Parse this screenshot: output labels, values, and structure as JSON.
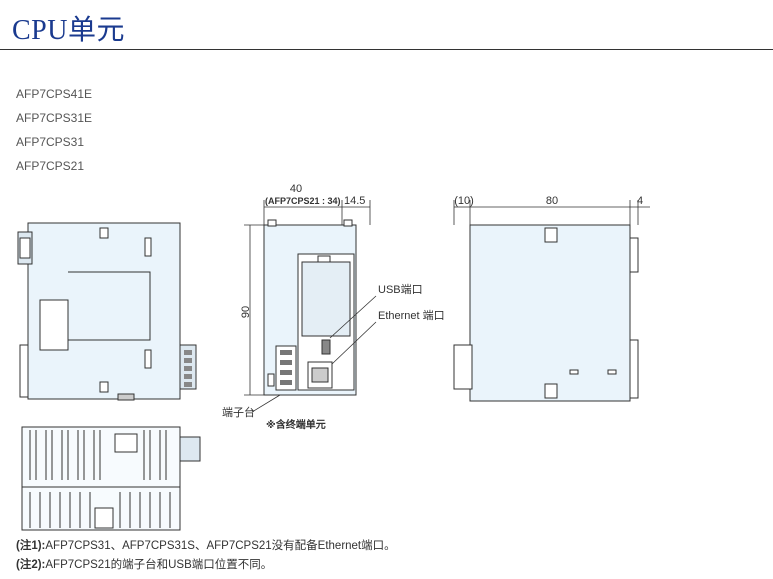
{
  "title": "CPU单元",
  "models": [
    "AFP7CPS41E",
    "AFP7CPS31E",
    "AFP7CPS31",
    "AFP7CPS21"
  ],
  "dimensions": {
    "front_width": "40",
    "front_sub": "(AFP7CPS21 : 34)",
    "front_depth_extra": "14.5",
    "height": "90",
    "side_left": "(10)",
    "side_width": "80",
    "side_right": "4"
  },
  "callouts": {
    "usb": "USB端口",
    "ethernet": "Ethernet 端口",
    "terminal": "端子台",
    "note_terminal": "※含终端单元"
  },
  "notes": [
    {
      "tag": "(注1):",
      "text": "AFP7CPS31、AFP7CPS31S、AFP7CPS21没有配备Ethernet端口。"
    },
    {
      "tag": "(注2):",
      "text": "AFP7CPS21的端子台和USB端口位置不同。"
    }
  ],
  "colors": {
    "title": "#1a3a8f",
    "body_fill": "#eaf4fb",
    "line": "#333333"
  }
}
